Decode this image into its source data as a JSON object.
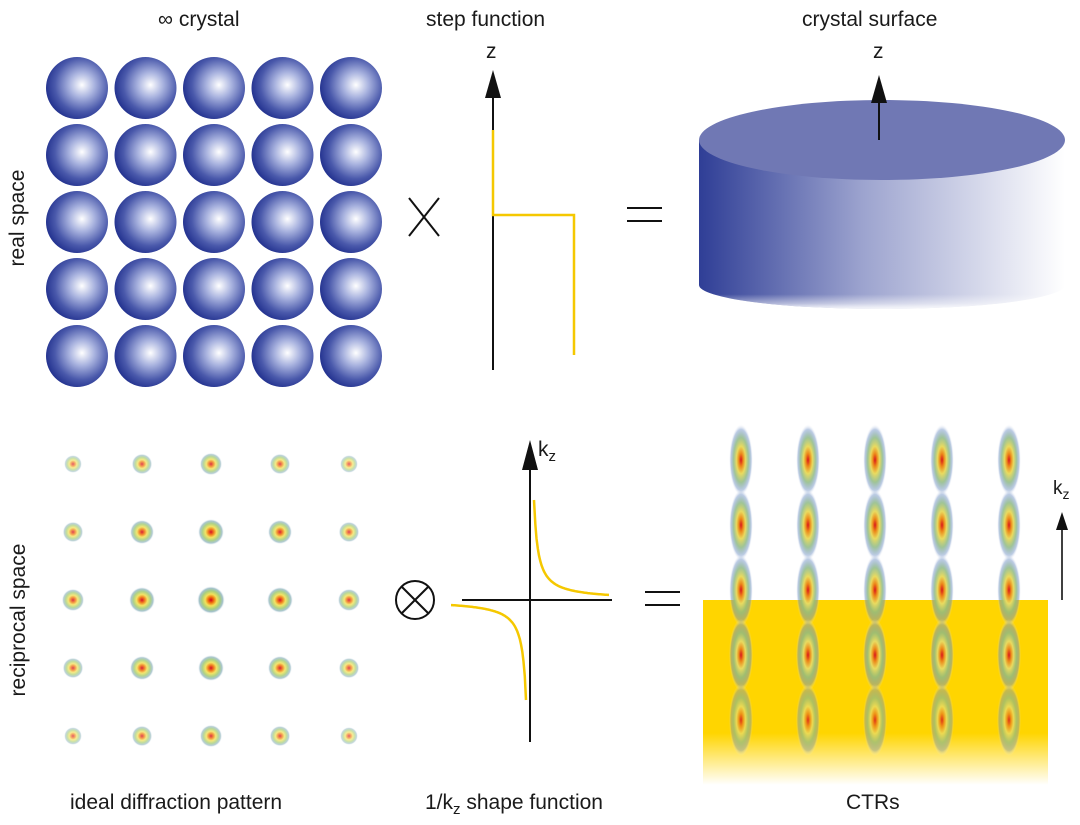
{
  "labels": {
    "crystal_prefix": "∞",
    "crystal": "crystal",
    "step_function": "step function",
    "crystal_surface": "crystal surface",
    "real_space": "real space",
    "reciprocal_space": "reciprocal space",
    "ideal_diffraction_pattern": "ideal diffraction pattern",
    "shape_function_prefix": "1/k",
    "shape_function_sub": "z",
    "shape_function_suffix": "shape function",
    "ctrs": "CTRs",
    "z_axis": "z",
    "kz_main": "k",
    "kz_sub": "z"
  },
  "operators": {
    "times": "×",
    "convolve": "⊗",
    "equals": "="
  },
  "lattice": {
    "rows": 5,
    "cols": 5,
    "sphere_color": "#2b3a94",
    "sphere_highlight": "#ffffff"
  },
  "diffraction": {
    "rows": 5,
    "cols": 5,
    "intensity": [
      [
        0.45,
        0.6,
        0.7,
        0.6,
        0.45
      ],
      [
        0.6,
        0.8,
        0.9,
        0.8,
        0.6
      ],
      [
        0.7,
        0.9,
        1.0,
        0.9,
        0.7
      ],
      [
        0.6,
        0.8,
        0.9,
        0.8,
        0.6
      ],
      [
        0.45,
        0.6,
        0.7,
        0.6,
        0.45
      ]
    ]
  },
  "colors": {
    "step_line": "#f5c800",
    "crystal_top": "#7078b4",
    "crystal_side_dark": "#2f3e96",
    "ctr_fill": "#ffd500",
    "axis": "#111111"
  },
  "ctr": {
    "rods": 5
  }
}
